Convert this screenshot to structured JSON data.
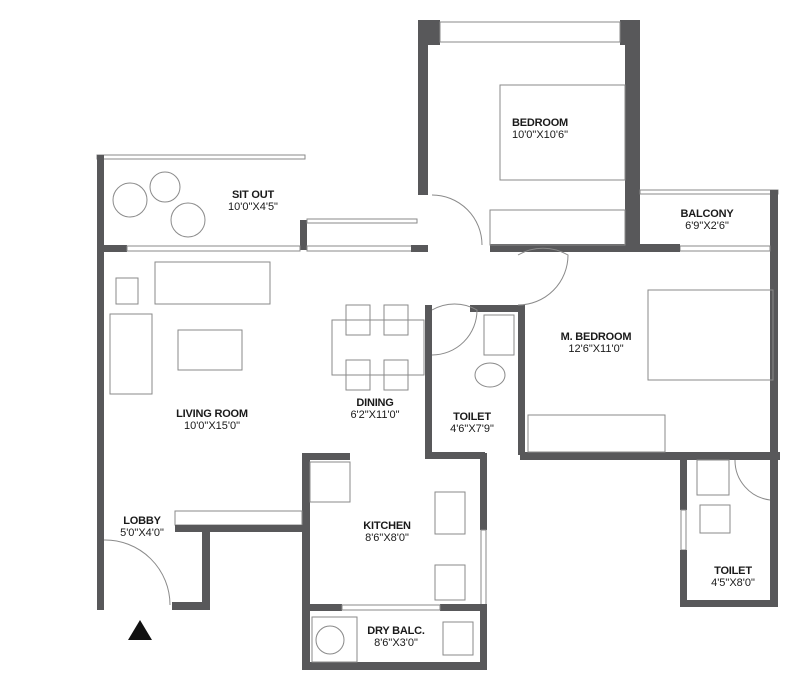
{
  "rooms": [
    {
      "name": "BEDROOM",
      "dims": "10'0\"X10'6\""
    },
    {
      "name": "SIT OUT",
      "dims": "10'0\"X4'5\""
    },
    {
      "name": "BALCONY",
      "dims": "6'9\"X2'6\""
    },
    {
      "name": "M. BEDROOM",
      "dims": "12'6\"X11'0\""
    },
    {
      "name": "LIVING ROOM",
      "dims": "10'0\"X15'0\""
    },
    {
      "name": "DINING",
      "dims": "6'2\"X11'0\""
    },
    {
      "name": "TOILET",
      "dims": "4'6\"X7'9\""
    },
    {
      "name": "KITCHEN",
      "dims": "8'6\"X8'0\""
    },
    {
      "name": "LOBBY",
      "dims": "5'0\"X4'0\""
    },
    {
      "name": "DRY BALC.",
      "dims": "8'6\"X3'0\""
    },
    {
      "name": "TOILET",
      "dims": "4'5\"X8'0\""
    }
  ],
  "colors": {
    "wall": "#58585a",
    "furniture": "#8a8a8a",
    "entrance_marker": "#111111"
  },
  "icons": [
    "entrance-arrow-icon"
  ]
}
